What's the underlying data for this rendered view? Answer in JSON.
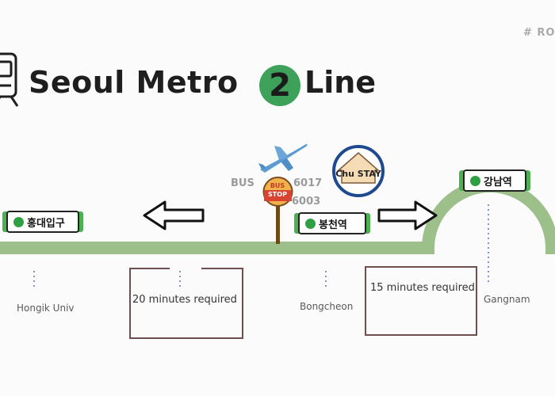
{
  "tag": "# ROA",
  "title": {
    "prefix": "Seoul Metro",
    "line_number": "2",
    "suffix": "Line"
  },
  "stations": {
    "hongik": {
      "korean": "홍대입구",
      "english": "Hongik Univ"
    },
    "bongcheon": {
      "korean": "봉천역",
      "english": "Bongcheon"
    },
    "gangnam": {
      "korean": "강남역",
      "english": "Gangnam"
    }
  },
  "travel": {
    "left": "20 minutes required",
    "right": "15 minutes required"
  },
  "hotel": {
    "name": "Chu STAY"
  },
  "bus": {
    "label": "BUS",
    "routes": [
      "6017",
      "6003"
    ],
    "sign_top": "BUS",
    "sign_bottom": "STOP"
  },
  "colors": {
    "line": "#9dbf8a",
    "station_green": "#2ea043",
    "badge": "#3da15a",
    "hotel_ring": "#1f4a8f",
    "hotel_fill": "#f6dcb4"
  },
  "icons": [
    "train-icon",
    "airplane-icon",
    "bus-stop-icon",
    "hotel-house-icon",
    "arrow-left-icon",
    "arrow-right-icon"
  ]
}
